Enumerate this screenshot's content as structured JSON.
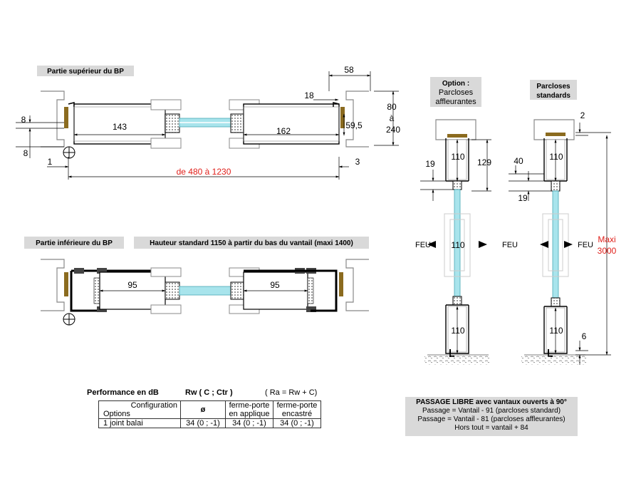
{
  "colors": {
    "glass": "#a8e4ec",
    "label_bg": "#d9d9d9",
    "dim_red": "#e0201b",
    "brown": "#8b6b1f"
  },
  "top_section": {
    "label": "Partie supérieur du BP",
    "dims": {
      "d58": "58",
      "d18": "18",
      "d80": "80",
      "d_a": "à",
      "d240": "240",
      "d8a": "8",
      "d8b": "8",
      "d143": "143",
      "d162": "162",
      "d59": "59,5",
      "d1": "1",
      "d3": "3",
      "span": "de 480 à 1230"
    }
  },
  "bottom_section": {
    "label": "Partie inférieure du BP",
    "height_label": "Hauteur standard 1150 à partir du bas du vantail (maxi 1400)",
    "dims": {
      "d95a": "95",
      "d95b": "95"
    }
  },
  "option_panel": {
    "title_l1": "Option :",
    "title_l2": "Parcloses",
    "title_l3": "affleurantes",
    "dims": {
      "d110a": "110",
      "d129": "129",
      "d19": "19",
      "d110b": "110",
      "d110c": "110"
    },
    "feu": "FEU"
  },
  "standard_panel": {
    "title_l1": "Parcloses",
    "title_l2": "standards",
    "dims": {
      "d2": "2",
      "d110a": "110",
      "d40": "40",
      "d19": "19",
      "d110b": "110",
      "d6": "6"
    },
    "feu_left": "FEU",
    "feu_right": "FEU",
    "maxi_l1": "Maxi",
    "maxi_l2": "3000"
  },
  "performance": {
    "title": "Performance  en dB",
    "rw": "Rw  ( C ; Ctr )",
    "ra": "( Ra =   Rw + C)",
    "header_config": "Configuration",
    "header_options": "Options",
    "col1": "ø",
    "col2_l1": "ferme-porte",
    "col2_l2": "en applique",
    "col3_l1": "ferme-porte",
    "col3_l2": "encastré",
    "row_label": "1 joint balai",
    "row_values": [
      "34 (0 ; -1)",
      "34 (0 ; -1)",
      "34 (0 ; -1)"
    ]
  },
  "passage": {
    "title": "PASSAGE LIBRE avec vantaux ouverts à 90°",
    "line1": "Passage = Vantail -  91 (parcloses standard)",
    "line2": "Passage = Vantail - 81 (parcloses affleurantes)",
    "line3": "Hors tout = vantail + 84"
  }
}
